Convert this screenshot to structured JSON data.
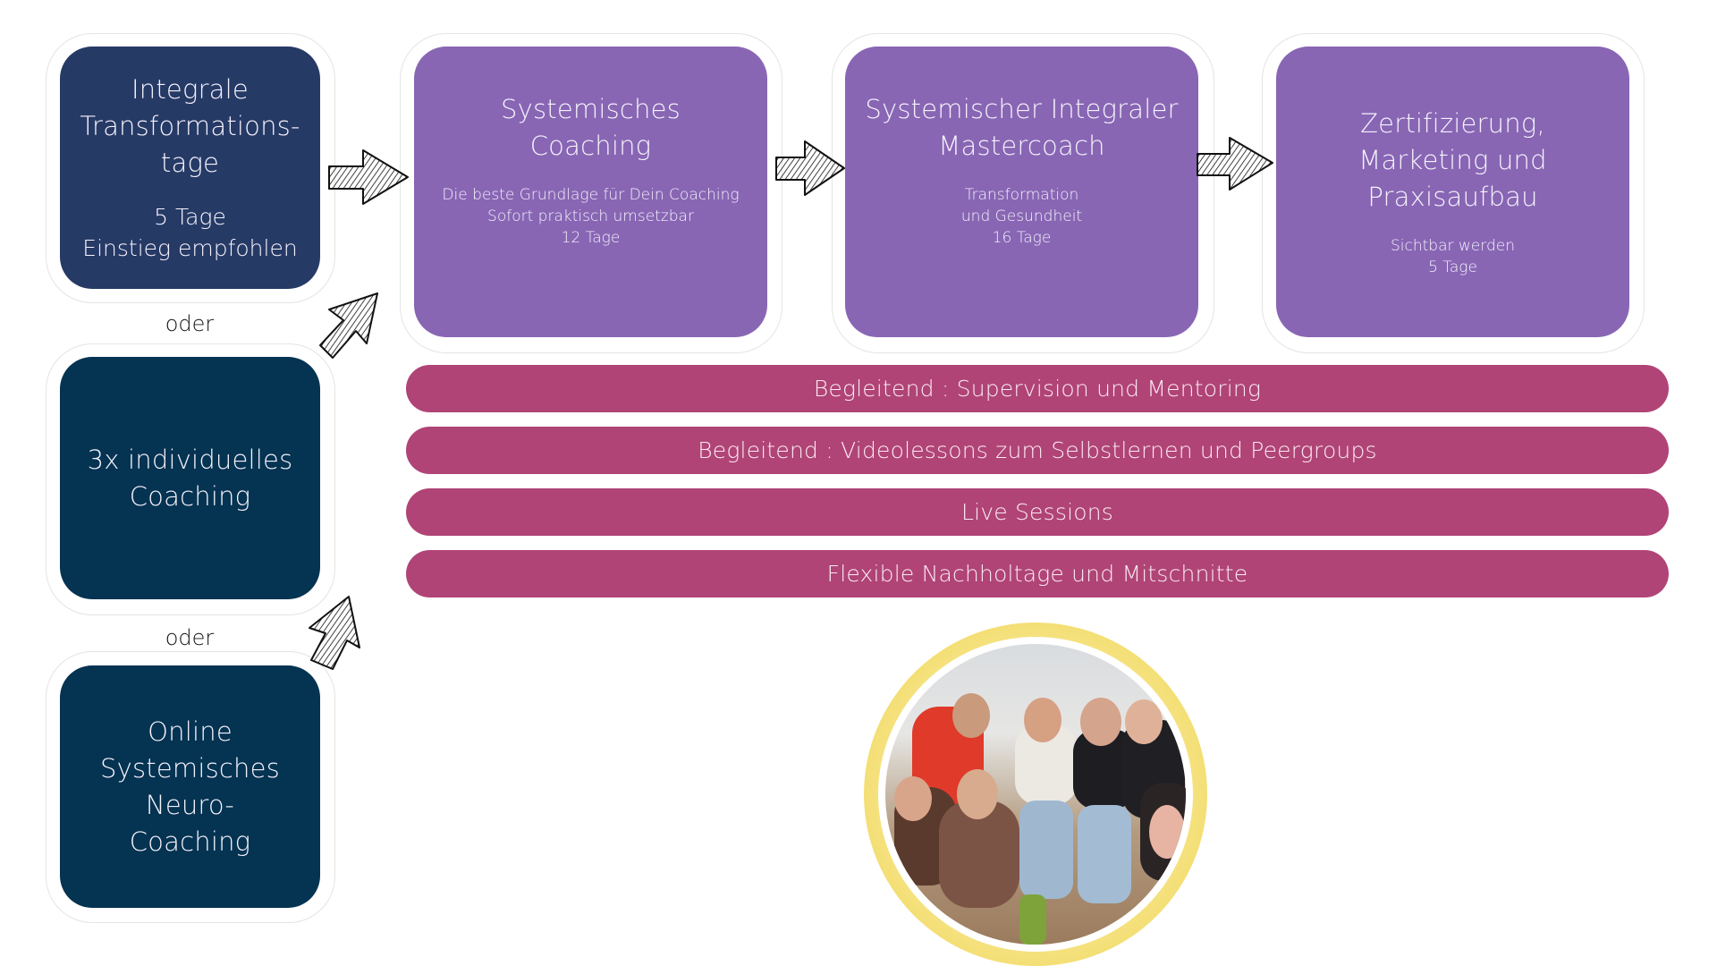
{
  "colors": {
    "entry_primary": "#263a66",
    "entry_secondary": "#053352",
    "program": "#8866b4",
    "accompanying": "#b04476",
    "photo_ring": "#f3dc6a"
  },
  "entry_options": [
    {
      "title_lines": [
        "Integrale",
        "Transformations-",
        "tage"
      ],
      "detail_lines": [
        "5 Tage",
        "Einstieg empfohlen"
      ]
    },
    {
      "title_lines": [
        "3x individuelles",
        "Coaching"
      ],
      "detail_lines": []
    },
    {
      "title_lines": [
        "Online",
        "Systemisches",
        "Neuro-",
        "Coaching"
      ],
      "detail_lines": []
    }
  ],
  "separators": [
    "oder",
    "oder"
  ],
  "programs": [
    {
      "title_lines": [
        "Systemisches",
        "Coaching"
      ],
      "detail_lines": [
        "Die beste Grundlage für Dein Coaching",
        "Sofort praktisch umsetzbar",
        "12 Tage"
      ]
    },
    {
      "title_lines": [
        "Systemischer Integraler",
        "Mastercoach"
      ],
      "detail_lines": [
        "Transformation",
        "und Gesundheit",
        "16 Tage"
      ]
    },
    {
      "title_lines": [
        "Zertifizierung,",
        "Marketing und",
        "Praxisaufbau"
      ],
      "detail_lines": [
        "Sichtbar werden",
        "5 Tage"
      ]
    }
  ],
  "accompanying": [
    "Begleitend : Supervision und Mentoring",
    "Begleitend : Videolessons zum Selbstlernen und Peergroups",
    "Live Sessions",
    "Flexible Nachholtage und Mitschnitte"
  ],
  "icons": {
    "flow_arrow": "hatched-arrow-right",
    "merge_arrow": "hatched-arrow-up-right"
  },
  "photo": {
    "description": "group-photo-circular"
  }
}
